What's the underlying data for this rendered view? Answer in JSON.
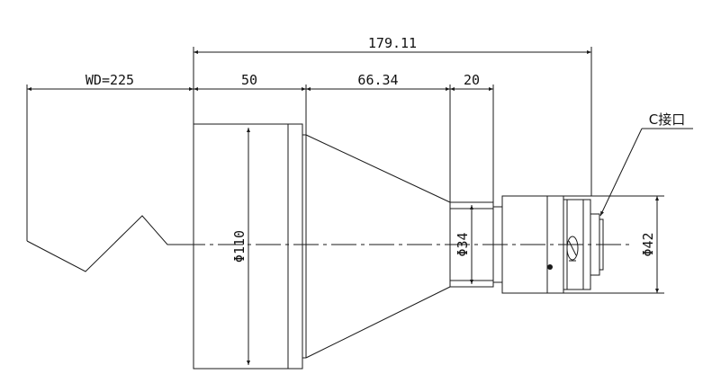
{
  "drawing": {
    "dimensions": {
      "overall_length": "179.11",
      "working_distance": "WD=225",
      "front_barrel_length": "50",
      "taper_length": "66.34",
      "neck_length": "20",
      "front_diameter": "Φ110",
      "neck_diameter": "Φ34",
      "mount_diameter": "Φ42"
    },
    "callouts": {
      "mount_label": "C接口"
    },
    "line_color": "#1a1a1a"
  }
}
